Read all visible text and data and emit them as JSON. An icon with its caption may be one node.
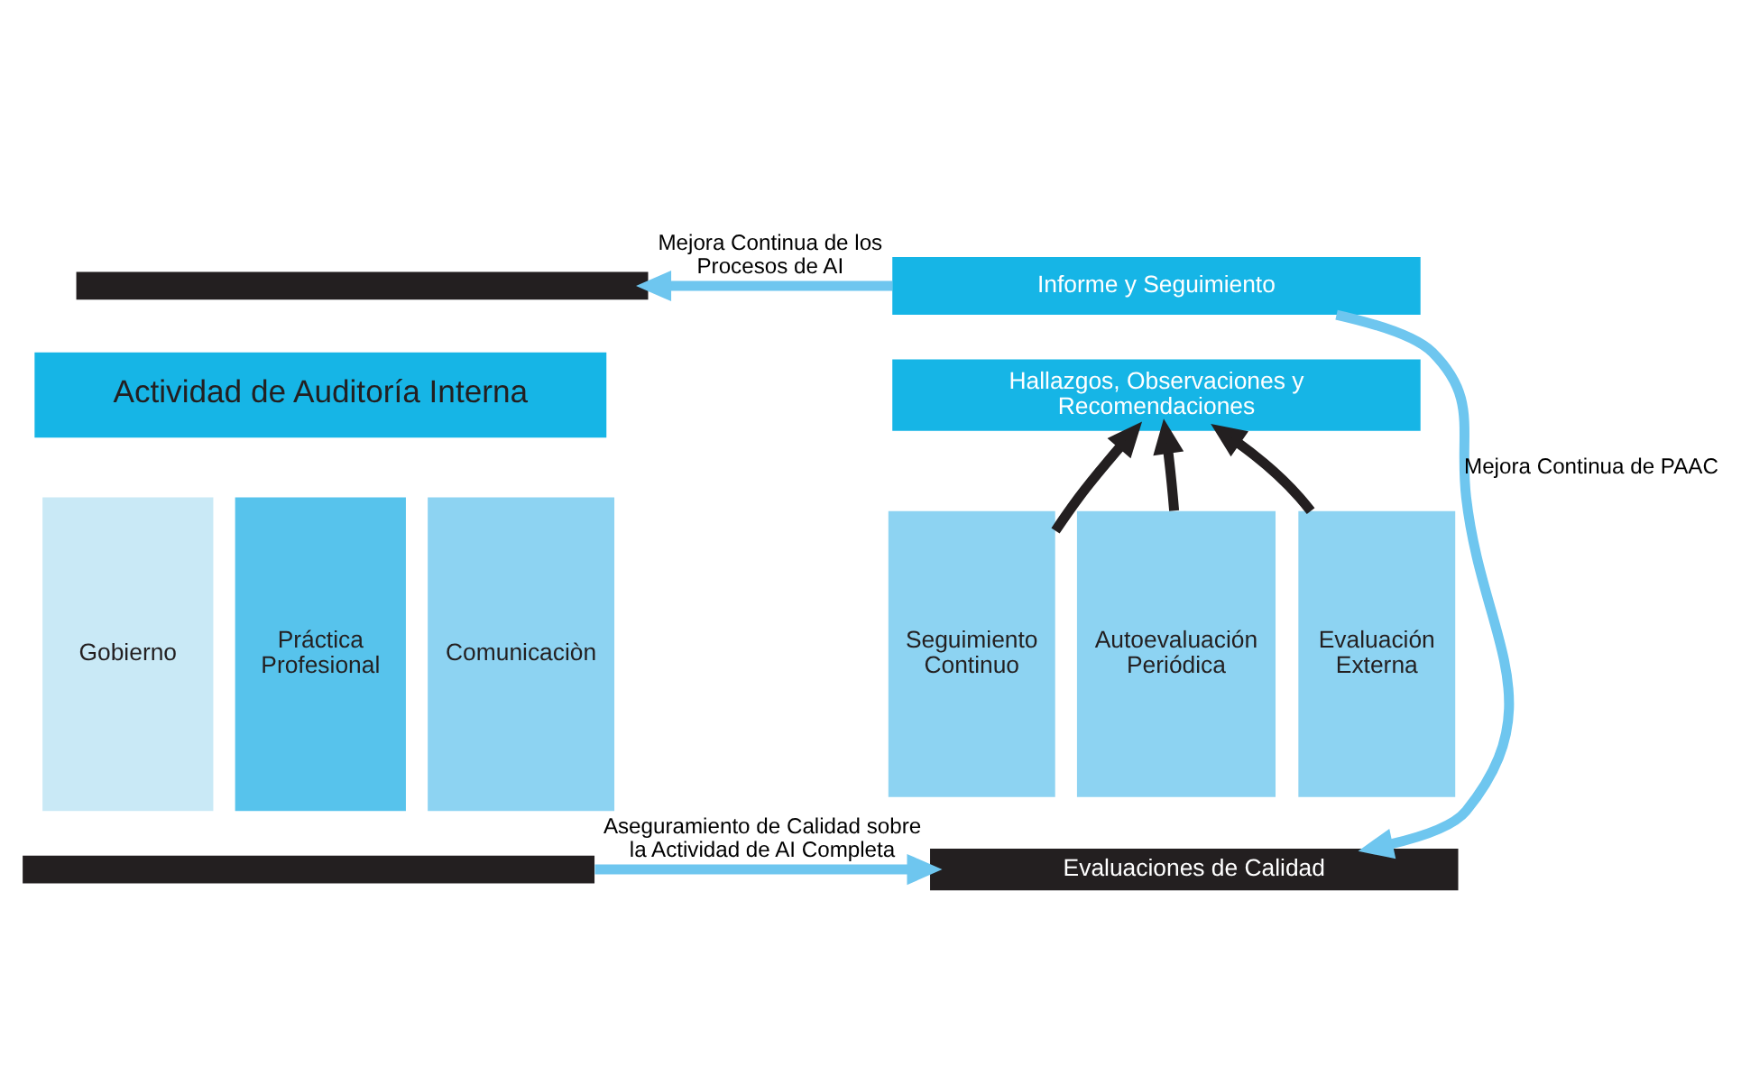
{
  "diagram": {
    "nodes": [
      {
        "text": [],
        "shape": "bar"
      },
      {
        "text": [
          "Actividad de Auditoría Interna"
        ]
      },
      {
        "text": [
          "Gobierno"
        ]
      },
      {
        "text": [
          "Práctica Profesional"
        ]
      },
      {
        "text": [
          "Comunicaciòn"
        ]
      },
      {
        "text": [],
        "shape": "bar"
      },
      {
        "text": [
          "Informe y Seguimiento"
        ]
      },
      {
        "text": [
          "Hallazgos, Observaciones y Recomendaciones"
        ]
      },
      {
        "text": [
          "Seguimiento Continuo"
        ]
      },
      {
        "text": [
          "Autoevaluación Periódica"
        ]
      },
      {
        "text": [
          "Evaluación Externa"
        ]
      },
      {
        "text": [
          "Evaluaciones de Calidad"
        ]
      }
    ],
    "edges": [
      {
        "from": 6,
        "to": 0,
        "arrow": "to",
        "label": "Mejora Continua de los Procesos de AI",
        "color": "#6ec6ef"
      },
      {
        "from": 6,
        "to": 11,
        "arrow": "to",
        "label": "Mejora Continua de PAAC",
        "color": "#6ec6ef"
      },
      {
        "from": 5,
        "to": 11,
        "arrow": "to",
        "label": "Aseguramiento de Calidad sobre la Actividad de AI Completa",
        "color": "#6ec6ef"
      },
      {
        "from": 8,
        "to": 7,
        "arrow": "to",
        "color": "#231f20"
      },
      {
        "from": 9,
        "to": 7,
        "arrow": "to",
        "color": "#231f20"
      },
      {
        "from": 10,
        "to": 7,
        "arrow": "to",
        "color": "#231f20"
      }
    ]
  }
}
